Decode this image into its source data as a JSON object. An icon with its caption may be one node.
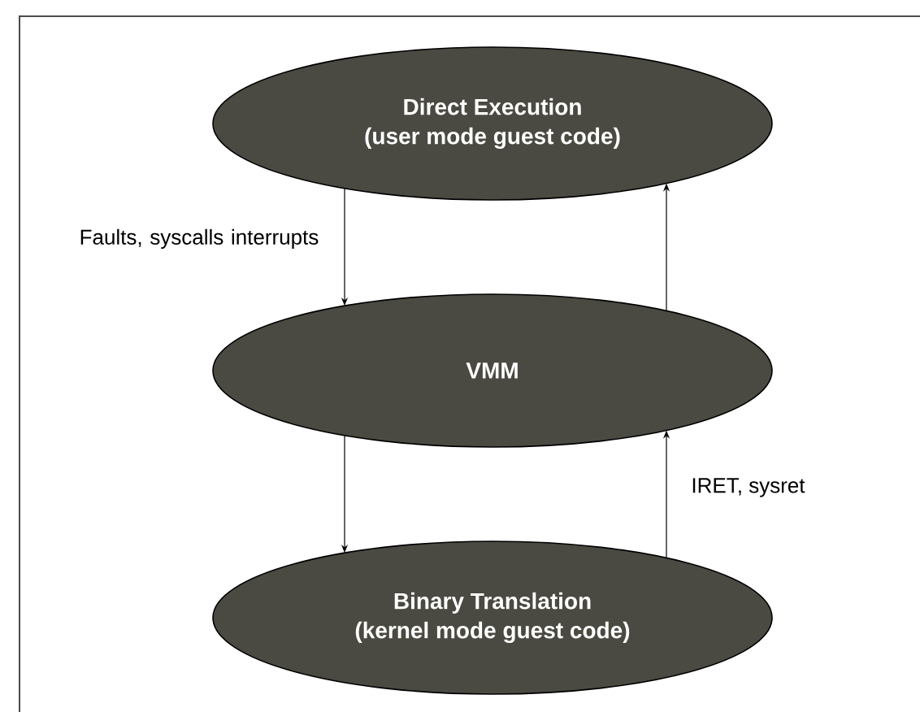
{
  "diagram": {
    "nodes": [
      {
        "text": [
          "Direct Execution",
          "(user mode guest code)"
        ]
      },
      {
        "text": [
          "VMM"
        ]
      },
      {
        "text": [
          "Binary Translation",
          "(kernel mode guest code)"
        ]
      }
    ],
    "edges": [
      {
        "from": 0,
        "to": 1,
        "arrow": "to",
        "label": "Faults, syscalls interrupts"
      },
      {
        "from": 1,
        "to": 0,
        "arrow": "to"
      },
      {
        "from": 1,
        "to": 2,
        "arrow": "to"
      },
      {
        "from": 2,
        "to": 1,
        "arrow": "to",
        "label": "IRET, sysret"
      }
    ]
  }
}
